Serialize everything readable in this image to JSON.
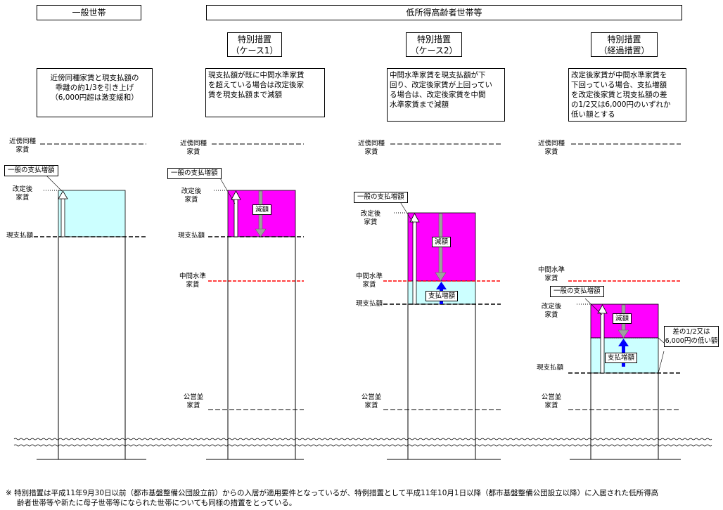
{
  "headers": {
    "general": "一般世帯",
    "low_income": "低所得高齢者世帯等"
  },
  "columns": [
    {
      "title_line1": "",
      "title_line2": "",
      "description": "近傍同種家賃と現支払額の乖離の約1/3を引き上げ（6,000円超は激変緩和）",
      "desc_line1": "近傍同種家賃と現支払額の",
      "desc_line2": "乖離の約1/3を引き上げ",
      "desc_line3": "（6,000円超は激変緩和）",
      "labels": {
        "market_rent_1": "近傍同種",
        "market_rent_2": "家賃",
        "revised_1": "改定後",
        "revised_2": "家賃",
        "current": "現支払額"
      },
      "callout": "一般の支払増額"
    },
    {
      "title_line1": "特別措置",
      "title_line2": "（ケース1）",
      "desc_line1": "現支払額が既に中間水準家賃",
      "desc_line2": "を超えている場合は改定後家",
      "desc_line3": "賃を現支払額まで減額",
      "labels": {
        "market_rent_1": "近傍同種",
        "market_rent_2": "家賃",
        "revised_1": "改定後",
        "revised_2": "家賃",
        "current": "現支払額",
        "mid_1": "中間水準",
        "mid_2": "家賃",
        "public_1": "公営並",
        "public_2": "家賃"
      },
      "callout": "一般の支払増額",
      "reduction": "減額"
    },
    {
      "title_line1": "特別措置",
      "title_line2": "（ケース2）",
      "desc_line1": "中間水準家賃を現支払額が下",
      "desc_line2": "回り、改定後家賃が上回ってい",
      "desc_line3": "る場合は、改定後家賃を中間",
      "desc_line4": "水準家賃まで減額",
      "labels": {
        "market_rent_1": "近傍同種",
        "market_rent_2": "家賃",
        "revised_1": "改定後",
        "revised_2": "家賃",
        "current": "現支払額",
        "mid_1": "中間水準",
        "mid_2": "家賃",
        "public_1": "公営並",
        "public_2": "家賃"
      },
      "callout": "一般の支払増額",
      "reduction": "減額",
      "increase": "支払増額"
    },
    {
      "title_line1": "特別措置",
      "title_line2": "（経過措置）",
      "desc_line1": "改定後家賃が中間水準家賃を",
      "desc_line2": "下回っている場合、支払増額",
      "desc_line3": "を改定後家賃と現支払額の差",
      "desc_line4": "の1/2又は6,000円のいずれか",
      "desc_line5": "低い額とする",
      "labels": {
        "market_rent_1": "近傍同種",
        "market_rent_2": "家賃",
        "revised_1": "改定後",
        "revised_2": "家賃",
        "current": "現支払額",
        "mid_1": "中間水準",
        "mid_2": "家賃",
        "public_1": "公営並",
        "public_2": "家賃"
      },
      "callout": "一般の支払増額",
      "reduction": "減額",
      "increase": "支払増額",
      "side_note_1": "差の1/2又は",
      "side_note_2": "6,000円の低い額"
    }
  ],
  "footnote_line1": "※ 特別措置は平成11年9月30日以前（都市基盤整備公団設立前）からの入居が適用要件となっているが、特例措置として平成11年10月1日以降（都市基盤整備公団設立以降）に入居された低所得高",
  "footnote_line2": "齢者世帯等や新たに母子世帯等になられた世帯についても同様の措置をとっている。",
  "colors": {
    "light_cyan": "#ccffff",
    "magenta": "#ff00ff",
    "red_line": "#ff0000",
    "blue_arrow": "#0000ff",
    "gray_arrow": "#a0a0a0"
  }
}
